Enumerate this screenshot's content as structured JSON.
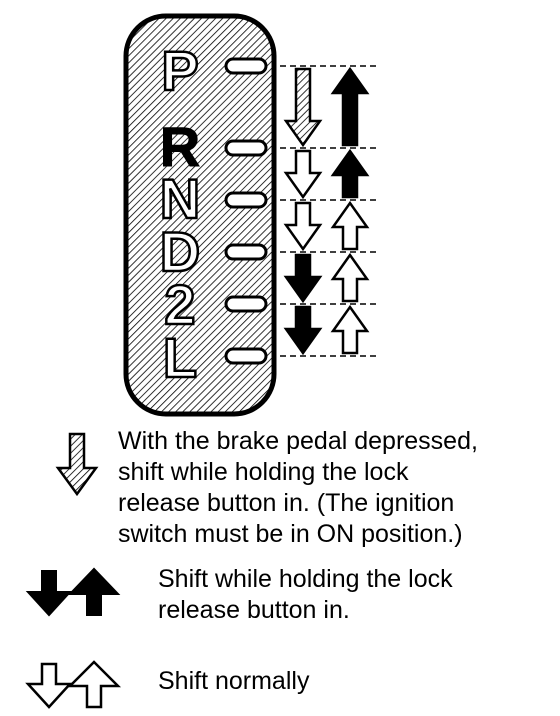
{
  "shifter": {
    "gears": [
      "P",
      "R",
      "N",
      "D",
      "2",
      "L"
    ]
  },
  "colors": {
    "ink": "#000000",
    "hatch": "#000000",
    "background": "#ffffff"
  },
  "transitions": [
    {
      "from": "P",
      "to": "R",
      "down_arrow": "brake-hatched",
      "up_arrow": "lock-solid"
    },
    {
      "from": "R",
      "to": "N",
      "down_arrow": "normal-outline",
      "up_arrow": "lock-solid"
    },
    {
      "from": "N",
      "to": "D",
      "down_arrow": "normal-outline",
      "up_arrow": "normal-outline"
    },
    {
      "from": "D",
      "to": "2",
      "down_arrow": "lock-solid",
      "up_arrow": "normal-outline"
    },
    {
      "from": "2",
      "to": "L",
      "down_arrow": "lock-solid",
      "up_arrow": "normal-outline"
    }
  ],
  "legend": {
    "brake": {
      "icon": "hatched-down-arrow-icon",
      "text": "With the brake pedal depressed,\nshift while holding the lock\nrelease button in. (The ignition\nswitch must be in ON position.)"
    },
    "lock": {
      "icon": "solid-arrows-icon",
      "text": "Shift while holding the lock\nrelease button in."
    },
    "normal": {
      "icon": "outline-arrows-icon",
      "text": "Shift normally"
    }
  }
}
